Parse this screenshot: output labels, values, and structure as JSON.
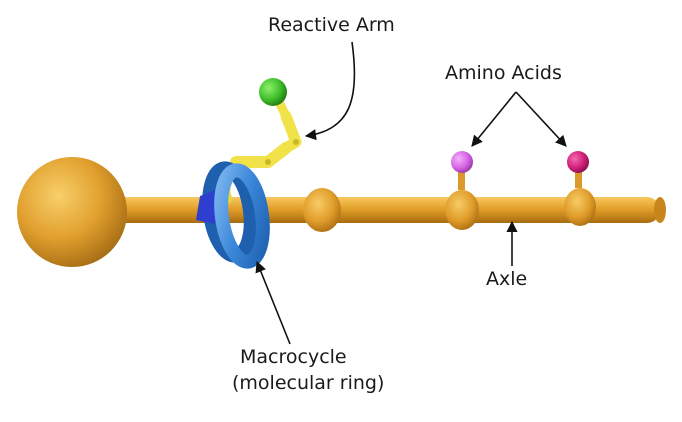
{
  "labels": {
    "reactive_arm": "Reactive Arm",
    "amino_acids": "Amino Acids",
    "axle": "Axle",
    "macrocycle": "Macrocycle",
    "macrocycle_sub": "(molecular ring)"
  },
  "colors": {
    "axle": "#E3A02A",
    "axle_dark": "#B57612",
    "ring": "#3A86D8",
    "ring_dark": "#1E5FAE",
    "pentagon": "#2E3FD0",
    "arm": "#F2E24A",
    "arm_ball": "#3FBF2A",
    "amino_1": "#D866E6",
    "amino_2": "#D0207A",
    "arrow": "#111111"
  }
}
